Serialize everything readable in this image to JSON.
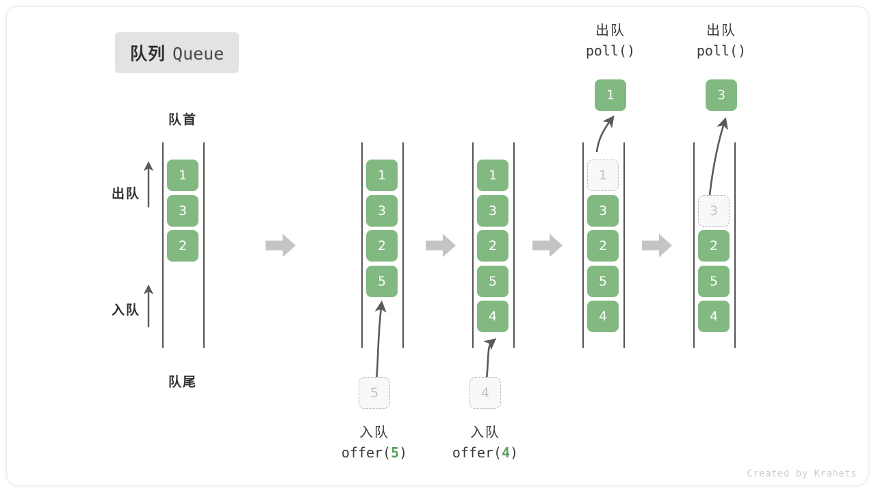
{
  "title": {
    "cn": "队列",
    "en": "Queue"
  },
  "endpoints": {
    "head": "队首",
    "tail": "队尾"
  },
  "side_labels": {
    "dequeue": "出队",
    "enqueue": "入队"
  },
  "colors": {
    "node_green": "#82b981",
    "ghost_fill": "#f8f8f8",
    "ghost_border": "#b9b9b9",
    "ghost_text": "#c2c2c2",
    "rail": "#555555",
    "step_arrow": "#c4c4c4",
    "motion_arrow": "#5a5a5a",
    "badge_bg": "#e3e3e3",
    "text_dark": "#2f2f2f",
    "accent_green_text": "#5c9c5c",
    "watermark": "#cfcfcf"
  },
  "columns": [
    {
      "id": "initial",
      "label_cn": "",
      "label_fn": "",
      "label_arg": "",
      "nodes": [
        "1",
        "3",
        "2"
      ],
      "ghost_index": -1,
      "popped": null,
      "pending": null
    },
    {
      "id": "after-offer-5",
      "label_cn": "入队",
      "label_fn": "offer(",
      "label_arg": "5",
      "label_fn_close": ")",
      "nodes": [
        "1",
        "3",
        "2",
        "5"
      ],
      "ghost_index": -1,
      "popped": null,
      "pending": "5"
    },
    {
      "id": "after-offer-4",
      "label_cn": "入队",
      "label_fn": "offer(",
      "label_arg": "4",
      "label_fn_close": ")",
      "nodes": [
        "1",
        "3",
        "2",
        "5",
        "4"
      ],
      "ghost_index": -1,
      "popped": null,
      "pending": "4"
    },
    {
      "id": "after-poll-1",
      "label_cn": "出队",
      "label_fn": "poll()",
      "label_arg": "",
      "nodes": [
        "1",
        "3",
        "2",
        "5",
        "4"
      ],
      "ghost_index": 0,
      "popped": "1",
      "pending": null
    },
    {
      "id": "after-poll-3",
      "label_cn": "出队",
      "label_fn": "poll()",
      "label_arg": "",
      "nodes": [
        "",
        "3",
        "2",
        "5",
        "4"
      ],
      "ghost_index": 1,
      "popped": "3",
      "pending": null
    }
  ],
  "step_arrow_count": 4,
  "watermark": "Created by Krahets"
}
